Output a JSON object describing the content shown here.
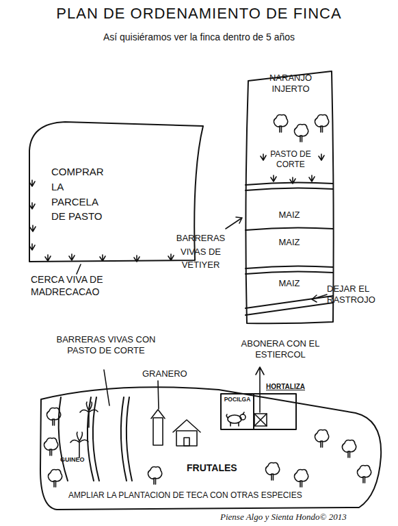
{
  "diagram": {
    "title": "PLAN DE ORDENAMIENTO DE FINCA",
    "caption": "Así quisiéramos ver la finca dentro de 5 años",
    "nodes": [
      {
        "text": [
          "COMPRAR LA PARCELA DE PASTO"
        ]
      },
      {
        "text": [
          "NARANJO INJERTO",
          "PASTO DE CORTE"
        ]
      },
      {
        "text": [
          "MAIZ"
        ],
        "in": 1
      },
      {
        "text": [
          "MAIZ"
        ],
        "in": 1
      },
      {
        "text": [
          "MAIZ"
        ],
        "in": 1
      },
      {
        "text": [
          "FRUTALES"
        ]
      },
      {
        "text": [
          "GUINEO"
        ],
        "in": 5
      },
      {
        "text": [
          "POCILGA"
        ],
        "in": 5
      },
      {
        "text": [
          "HORTALIZA"
        ],
        "in": 5
      }
    ],
    "labels": [
      "CERCA VIVA DE MADRECACAO",
      "BARRERAS VIVAS DE VETIYER",
      "DEJAR EL RASTROJO",
      "BARRERAS VIVAS CON PASTO DE CORTE",
      "ABONERA CON EL ESTIERCOL",
      "GRANERO",
      "AMPLIAR LA PLANTACION DE TECA CON OTRAS ESPECIES",
      "Piense Algo y Sienta Hondo© 2013"
    ]
  }
}
